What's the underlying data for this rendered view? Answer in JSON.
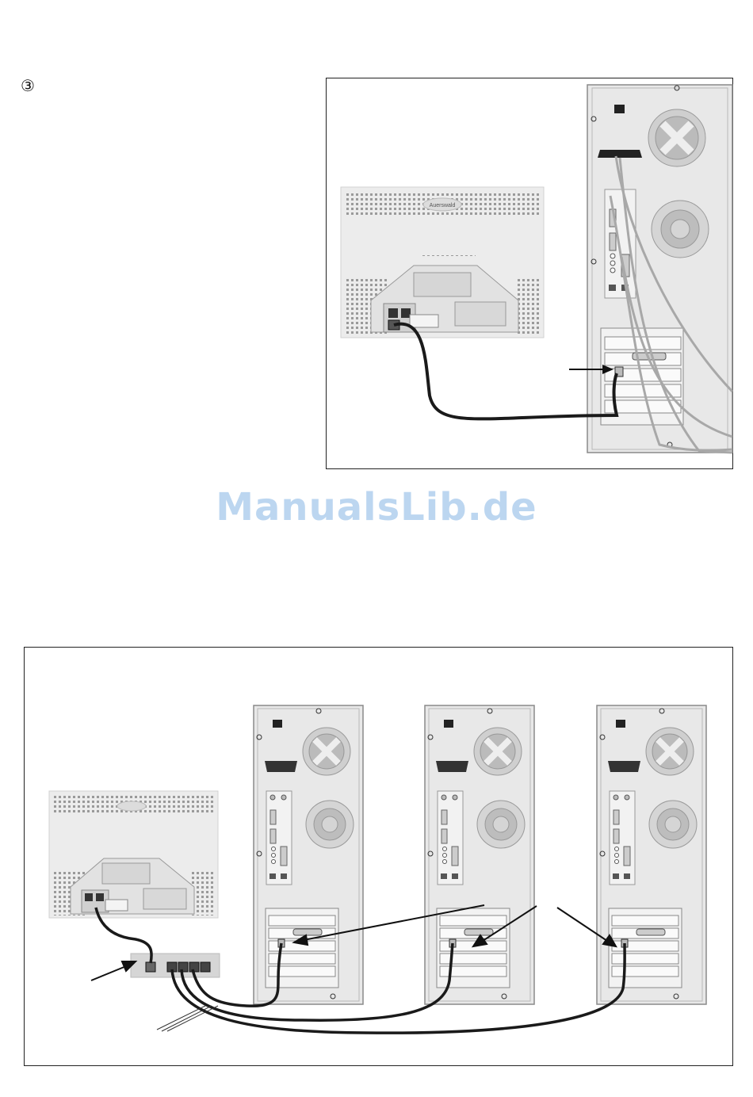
{
  "step": {
    "number": "③"
  },
  "watermark": {
    "text": "ManualsLib.de"
  },
  "device": {
    "brand": "Auerswald"
  },
  "colors": {
    "frame": "#222222",
    "tower_fill": "#e8e8e8",
    "tower_stroke": "#8a8a8a",
    "dark_cable": "#1a1a1a",
    "grey_cable": "#a8a8a8",
    "watermark": "#bcd6f0"
  }
}
